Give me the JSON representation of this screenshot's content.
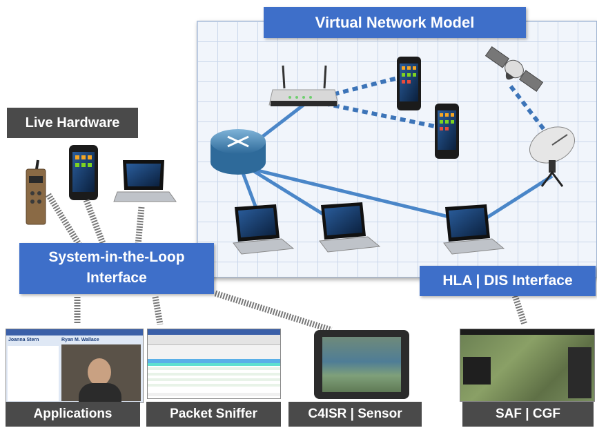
{
  "title": "Virtual Network Model",
  "labels": {
    "live_hardware": "Live Hardware",
    "system_in_loop": "System-in-the-Loop Interface",
    "hla_dis": "HLA | DIS Interface",
    "applications": "Applications",
    "packet_sniffer": "Packet Sniffer",
    "c4isr_sensor": "C4ISR | Sensor",
    "saf_cgf": "SAF | CGF"
  },
  "app_window": {
    "contact_name": "Joanna Stern",
    "call_name": "Ryan M. Wallace"
  },
  "colors": {
    "accent_blue": "#3e6fc9",
    "label_gray": "#4a4a4a",
    "link_blue": "#4a86c8"
  },
  "icons": [
    "router-icon",
    "wifi-router-icon",
    "smartphone-icon",
    "laptop-icon",
    "satellite-icon",
    "satellite-dish-icon",
    "radio-icon"
  ]
}
